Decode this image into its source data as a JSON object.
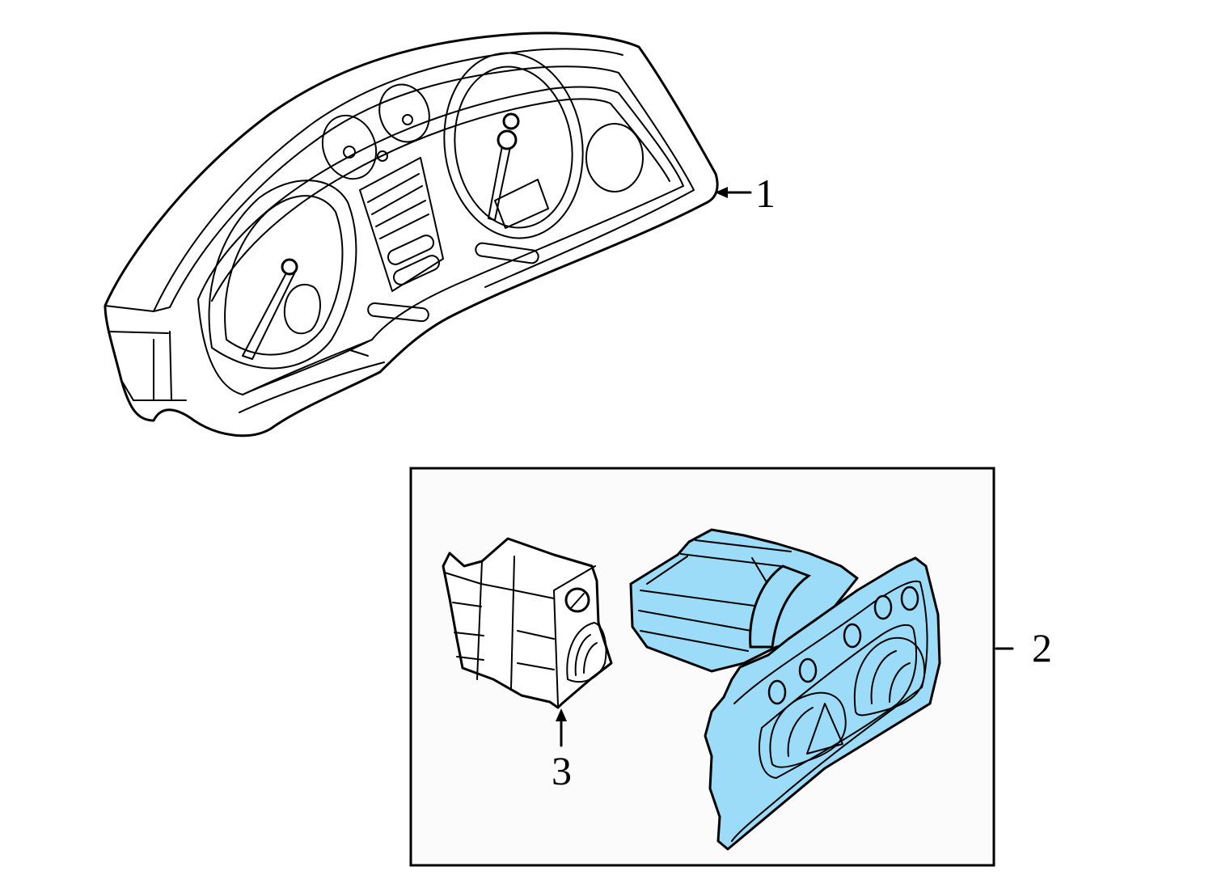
{
  "colors": {
    "highlight": "#9ddcf9",
    "box_fill": "#fbfbfb",
    "line": "#000000",
    "background": "#ffffff"
  },
  "callouts": {
    "part1": "1",
    "part2": "2",
    "part3": "3"
  }
}
